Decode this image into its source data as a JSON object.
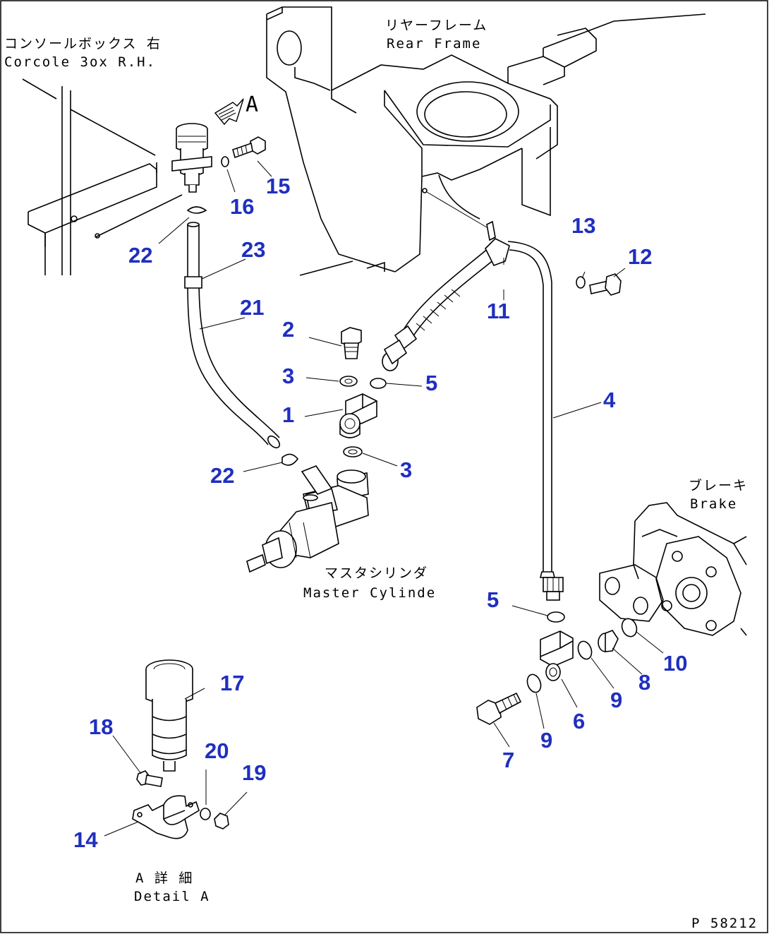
{
  "captions": {
    "console_jp": "コンソールボックス 右",
    "console_en": "Corcole 3ox R.H.",
    "rear_frame_jp": "リヤーフレーム",
    "rear_frame_en": "Rear Frame",
    "master_jp": "マスタシリンダ",
    "master_en": "Master Cylinde",
    "brake_jp": "ブレーキ",
    "brake_en": "Brake",
    "detail_jp": "A 詳 細",
    "detail_en": "Detail A",
    "view_arrow": "A",
    "drawing_no": "P 58212"
  },
  "callouts": [
    {
      "id": "c1",
      "text": "1"
    },
    {
      "id": "c2",
      "text": "2"
    },
    {
      "id": "c3a",
      "text": "3"
    },
    {
      "id": "c3b",
      "text": "3"
    },
    {
      "id": "c4",
      "text": "4"
    },
    {
      "id": "c5a",
      "text": "5"
    },
    {
      "id": "c5b",
      "text": "5"
    },
    {
      "id": "c6",
      "text": "6"
    },
    {
      "id": "c7",
      "text": "7"
    },
    {
      "id": "c8",
      "text": "8"
    },
    {
      "id": "c9a",
      "text": "9"
    },
    {
      "id": "c9b",
      "text": "9"
    },
    {
      "id": "c10",
      "text": "10"
    },
    {
      "id": "c11",
      "text": "11"
    },
    {
      "id": "c12",
      "text": "12"
    },
    {
      "id": "c13",
      "text": "13"
    },
    {
      "id": "c14",
      "text": "14"
    },
    {
      "id": "c15",
      "text": "15"
    },
    {
      "id": "c16",
      "text": "16"
    },
    {
      "id": "c17",
      "text": "17"
    },
    {
      "id": "c18",
      "text": "18"
    },
    {
      "id": "c19",
      "text": "19"
    },
    {
      "id": "c20",
      "text": "20"
    },
    {
      "id": "c21",
      "text": "21"
    },
    {
      "id": "c22a",
      "text": "22"
    },
    {
      "id": "c22b",
      "text": "22"
    },
    {
      "id": "c23",
      "text": "23"
    }
  ],
  "colors": {
    "callout": "#1f2fbf",
    "line": "#000000",
    "background": "#ffffff"
  }
}
